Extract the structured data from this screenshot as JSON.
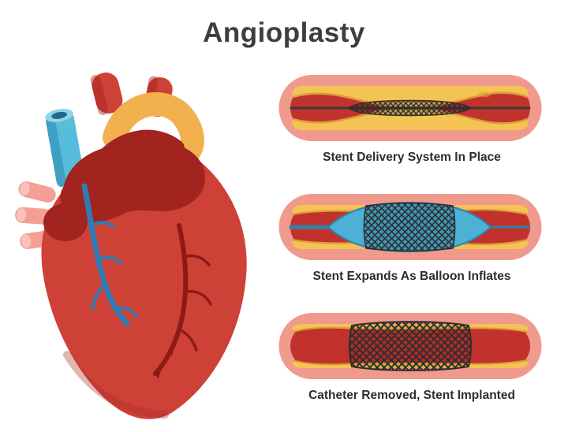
{
  "title": "Angioplasty",
  "stages": [
    {
      "caption": "Stent Delivery System In Place"
    },
    {
      "caption": "Stent Expands As Balloon Inflates"
    },
    {
      "caption": "Catheter Removed, Stent Implanted"
    }
  ],
  "icons": [
    "heart-illustration",
    "artery-cross-section-1",
    "artery-cross-section-2",
    "artery-cross-section-3"
  ],
  "colors": {
    "background": "#ffffff",
    "title_text": "#3e3e3e",
    "caption_text": "#2d2d2d",
    "artery_outer": "#f09a8d",
    "lumen": "#c2322c",
    "plaque": "#f4c353",
    "plaque_edge": "#dc9c3c",
    "stent": "#2e2e2e",
    "guidewire": "#3a3a3a",
    "balloon": "#4db1d6",
    "balloon_edge": "#2b84ab",
    "catheter": "#2b84ab",
    "heart_red": "#ce4136",
    "heart_dark": "#a1241f",
    "coronary": "#8c1b17",
    "vein_blue": "#2f7cb5",
    "vena_cava": "#57bdda",
    "vena_cava_dark": "#2d88b0",
    "aorta": "#f2b14e",
    "pink_vessel": "#f59e96",
    "pink_vessel_light": "#f9c3bc"
  }
}
